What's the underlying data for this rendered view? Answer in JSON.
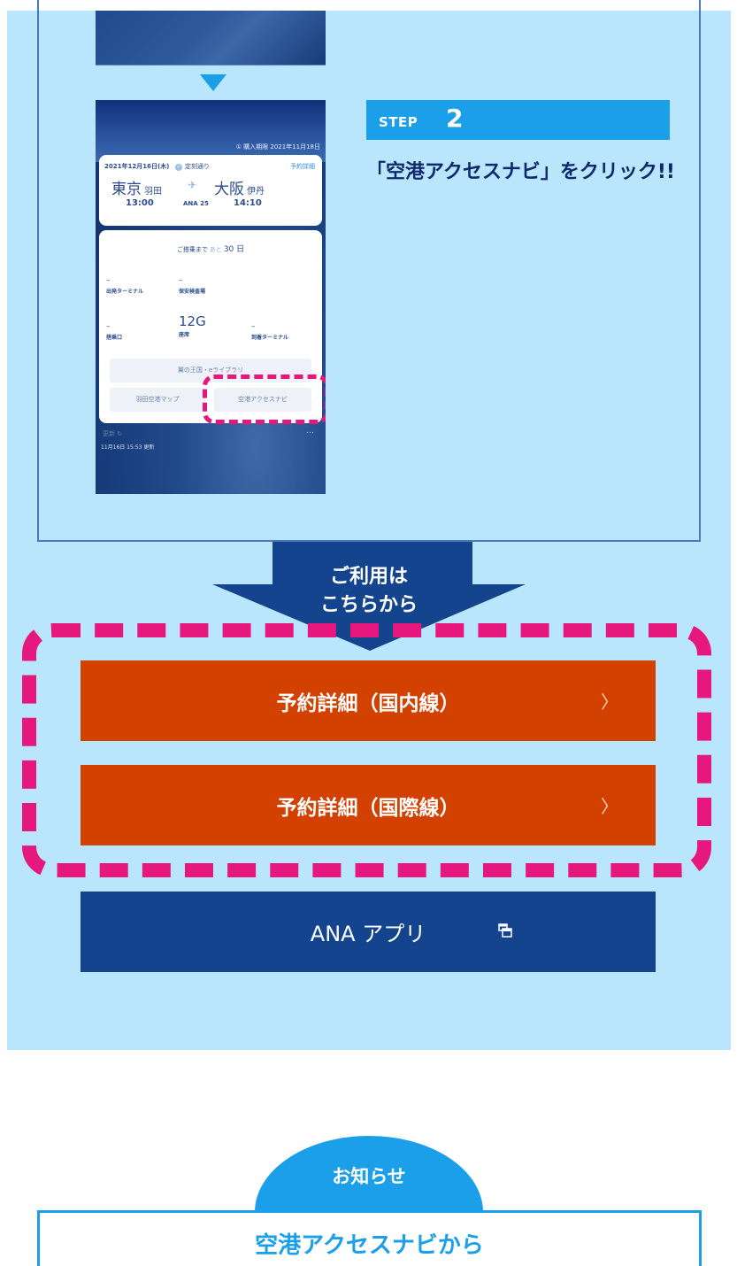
{
  "colors": {
    "section_bg": "#BAE6FD",
    "step_blue": "#1A9FE8",
    "navy": "#15448F",
    "orange": "#D34100",
    "highlight_pink": "#E6177D",
    "instruction_text": "#0F2A6C"
  },
  "step": {
    "word": "STEP",
    "number": "2",
    "instruction": "「空港アクセスナビ」をクリック!!"
  },
  "phone": {
    "purchase_limit": "① 購入期限 2021年11月18日",
    "flight": {
      "date": "2021年12月16日(木)",
      "status": "定刻通り",
      "detail_link": "予約詳細",
      "from_city": "東京",
      "from_airport": "羽田",
      "to_city": "大阪",
      "to_airport": "伊丹",
      "departure_time": "13:00",
      "flight_number": "ANA 25",
      "arrival_time": "14:10"
    },
    "countdown": {
      "prefix": "ご搭乗まで",
      "muted": "あと",
      "number": "30 日"
    },
    "info": {
      "departure_terminal": {
        "value": "–",
        "label": "出発ターミナル"
      },
      "security_gate": {
        "value": "–",
        "label": "保安検査場"
      },
      "boarding_gate": {
        "value": "–",
        "label": "搭乗口"
      },
      "seat": {
        "value": "12G",
        "label": "座席"
      },
      "arrival_terminal": {
        "value": "–",
        "label": "到着ターミナル"
      }
    },
    "buttons": {
      "elibrary": "翼の王国・eライブラリ",
      "airport_map": "羽田空港マップ",
      "access_navi": "空港アクセスナビ"
    },
    "update_label": "更新",
    "more": "…",
    "last_updated": "11月16日 15:53 更新"
  },
  "usage_arrow": {
    "line1": "ご利用は",
    "line2": "こちらから"
  },
  "buttons": {
    "domestic": "予約詳細（国内線）",
    "international": "予約詳細（国際線）",
    "chevron": "〉",
    "ana_app": "ANA アプリ"
  },
  "notice": {
    "tab_label": "お知らせ",
    "title": "空港アクセスナビから"
  }
}
